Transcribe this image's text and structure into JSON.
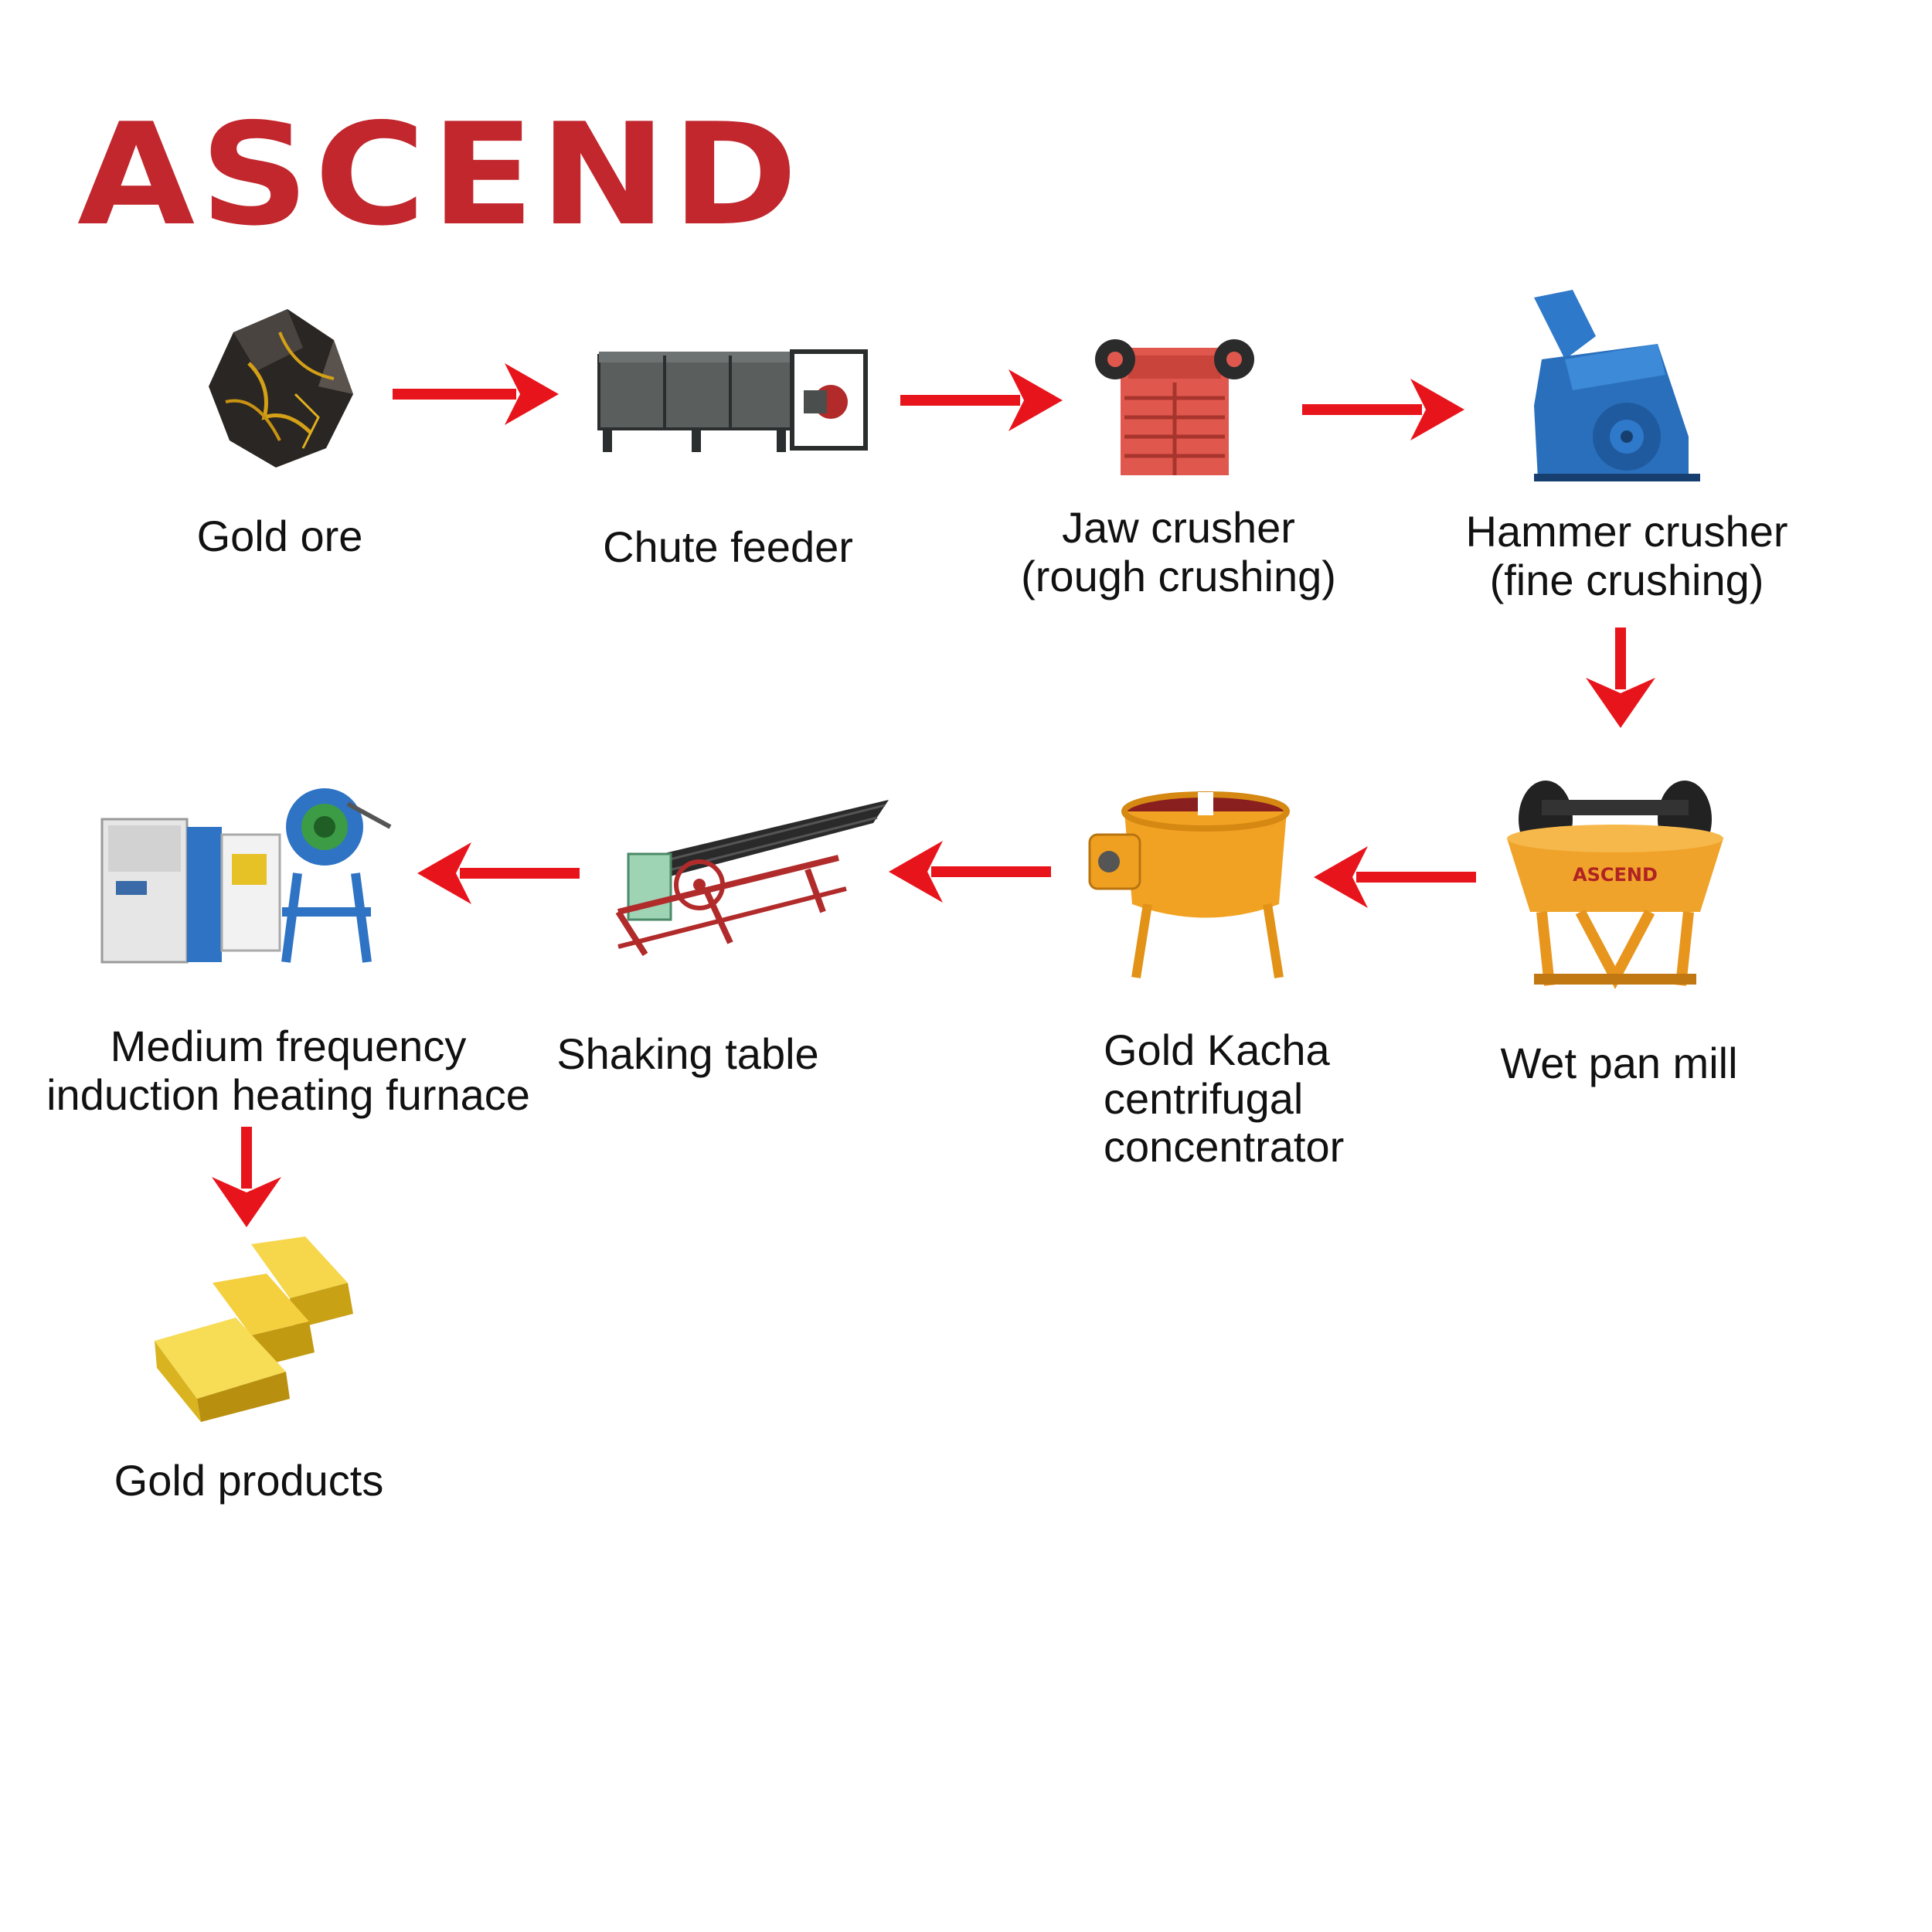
{
  "brand": {
    "logo_text": "ASCEND",
    "color": "#C1272D"
  },
  "arrow_color": "#E8141B",
  "steps": [
    {
      "lines": [
        "Gold ore"
      ]
    },
    {
      "lines": [
        "Chute feeder"
      ]
    },
    {
      "lines": [
        "Jaw crusher",
        "(rough crushing)"
      ]
    },
    {
      "lines": [
        "Hammer crusher",
        "(fine crushing)"
      ]
    },
    {
      "lines": [
        "Wet pan mill"
      ]
    },
    {
      "lines": [
        "Gold Kacha",
        "centrifugal",
        "concentrator"
      ]
    },
    {
      "lines": [
        "Shaking table"
      ]
    },
    {
      "lines": [
        "Medium frequency",
        "induction heating furnace"
      ]
    },
    {
      "lines": [
        "Gold products"
      ]
    }
  ],
  "icons": [
    "gold-ore-icon",
    "chute-feeder-icon",
    "jaw-crusher-icon",
    "hammer-crusher-icon",
    "wet-pan-mill-icon",
    "centrifugal-concentrator-icon",
    "shaking-table-icon",
    "induction-furnace-icon",
    "gold-bars-icon"
  ],
  "wet_pan_mill_badge": "ASCEND"
}
